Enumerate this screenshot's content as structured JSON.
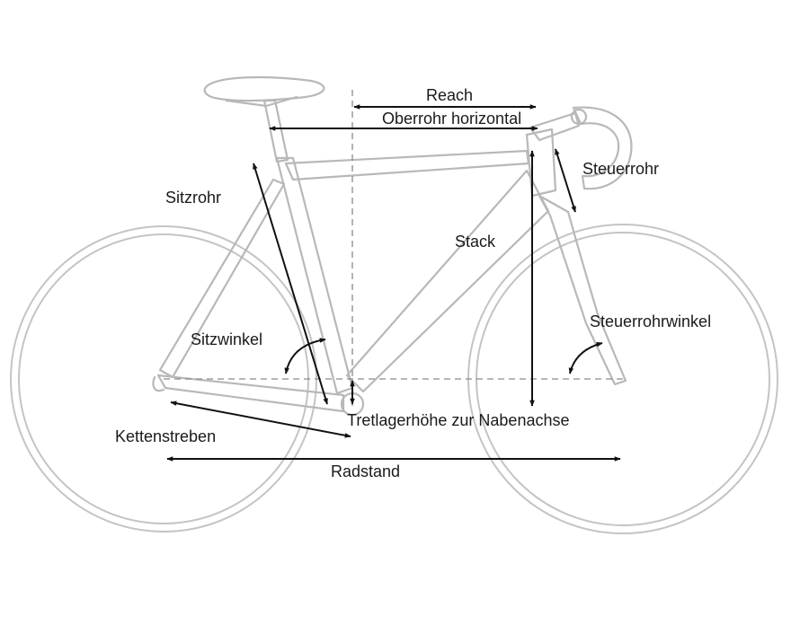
{
  "labels": {
    "reach": "Reach",
    "oberrohr": "Oberrohr horizontal",
    "steuerrohr": "Steuerrohr",
    "sitzrohr": "Sitzrohr",
    "stack": "Stack",
    "sitzwinkel": "Sitzwinkel",
    "steuerrohrwinkel": "Steuerrohrwinkel",
    "tretlager": "Tretlagerhöhe zur Nabenachse",
    "kettenstreben": "Kettenstreben",
    "radstand": "Radstand"
  },
  "colors": {
    "frame": "#b8b8b8",
    "dimension": "#111111",
    "text": "#1a1a1a",
    "dashed": "#8a8a8a"
  }
}
